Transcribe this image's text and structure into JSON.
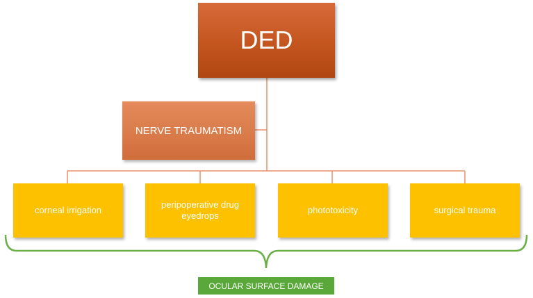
{
  "diagram": {
    "root": {
      "label": "DED"
    },
    "mid": {
      "label": "NERVE TRAUMATISM"
    },
    "leaves": [
      {
        "label": "corneal irrigation"
      },
      {
        "label": "peripoperative drug eyedrops"
      },
      {
        "label": "phototoxicity"
      },
      {
        "label": "surgical trauma"
      }
    ],
    "bottom": {
      "label": "OCULAR SURFACE DAMAGE"
    }
  },
  "colors": {
    "root_fill": "#c4551f",
    "mid_fill": "#d97a48",
    "leaf_fill": "#fdc100",
    "connector": "#e8916a",
    "brace": "#6aaf45",
    "bottom_fill": "#5aa83a"
  }
}
